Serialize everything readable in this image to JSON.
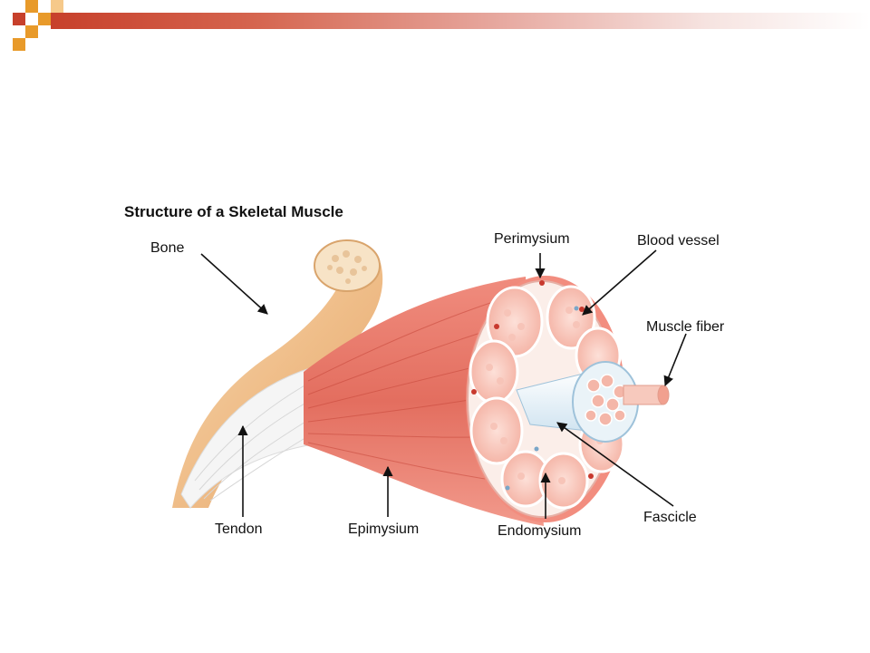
{
  "diagram": {
    "title": "Structure of a Skeletal Muscle",
    "labels": {
      "bone": "Bone",
      "perimysium": "Perimysium",
      "blood_vessel": "Blood vessel",
      "muscle_fiber": "Muscle fiber",
      "fascicle": "Fascicle",
      "tendon": "Tendon",
      "epimysium": "Epimysium",
      "endomysium": "Endomysium"
    },
    "colors": {
      "accent_bar": "#c7402b",
      "accent_square_orange": "#e89a2a",
      "bone": "#f0c28e",
      "muscle": "#e97a6c",
      "tendon": "#f4f4f4",
      "fascicle_tissue": "#f3b3a4"
    }
  }
}
